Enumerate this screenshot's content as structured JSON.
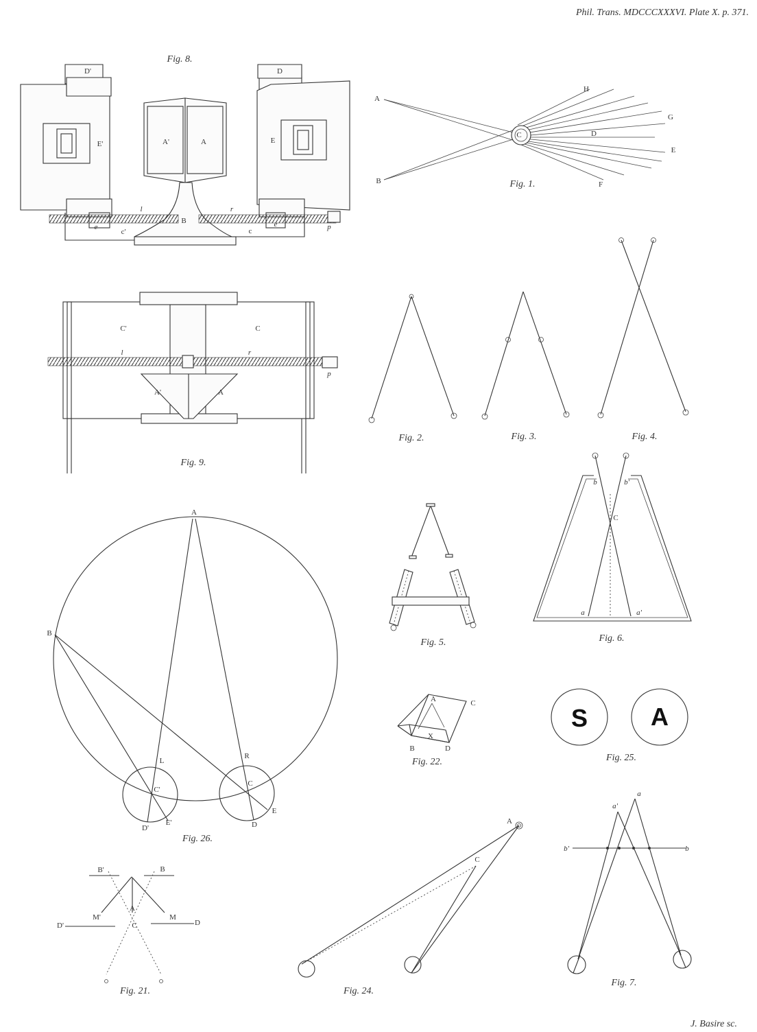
{
  "header": {
    "text": "Phil. Trans. MDCCCXXXVI. Plate X. p. 371."
  },
  "footer": {
    "engraver": "J. Basire sc."
  },
  "figures": {
    "fig1": {
      "caption": "Fig. 1.",
      "labels": [
        "A",
        "B",
        "C",
        "D",
        "E",
        "F",
        "G",
        "H"
      ]
    },
    "fig2": {
      "caption": "Fig. 2."
    },
    "fig3": {
      "caption": "Fig. 3."
    },
    "fig4": {
      "caption": "Fig. 4."
    },
    "fig5": {
      "caption": "Fig. 5."
    },
    "fig6": {
      "caption": "Fig. 6.",
      "labels": [
        "b",
        "b'",
        "C",
        "a",
        "a'"
      ]
    },
    "fig7": {
      "caption": "Fig. 7.",
      "labels": [
        "a",
        "a'",
        "b'",
        "b"
      ]
    },
    "fig8": {
      "caption": "Fig. 8.",
      "labels": [
        "D'",
        "D",
        "E'",
        "E",
        "A'",
        "A",
        "B",
        "l",
        "r",
        "c'",
        "c",
        "e",
        "e",
        "p"
      ]
    },
    "fig9": {
      "caption": "Fig. 9.",
      "labels": [
        "C'",
        "C",
        "l",
        "r",
        "A'",
        "A",
        "p"
      ]
    },
    "fig21": {
      "caption": "Fig. 21.",
      "labels": [
        "B'",
        "B",
        "M'",
        "M",
        "A",
        "C",
        "D'",
        "D"
      ]
    },
    "fig22": {
      "caption": "Fig. 22.",
      "labels": [
        "A",
        "C",
        "X",
        "B",
        "D"
      ]
    },
    "fig24": {
      "caption": "Fig. 24.",
      "labels": [
        "A",
        "C"
      ]
    },
    "fig25": {
      "caption": "Fig. 25.",
      "letters": [
        "S",
        "A"
      ]
    },
    "fig26": {
      "caption": "Fig. 26.",
      "labels": [
        "A",
        "B",
        "L",
        "R",
        "C'",
        "C",
        "D'",
        "E'",
        "D",
        "E"
      ]
    }
  }
}
